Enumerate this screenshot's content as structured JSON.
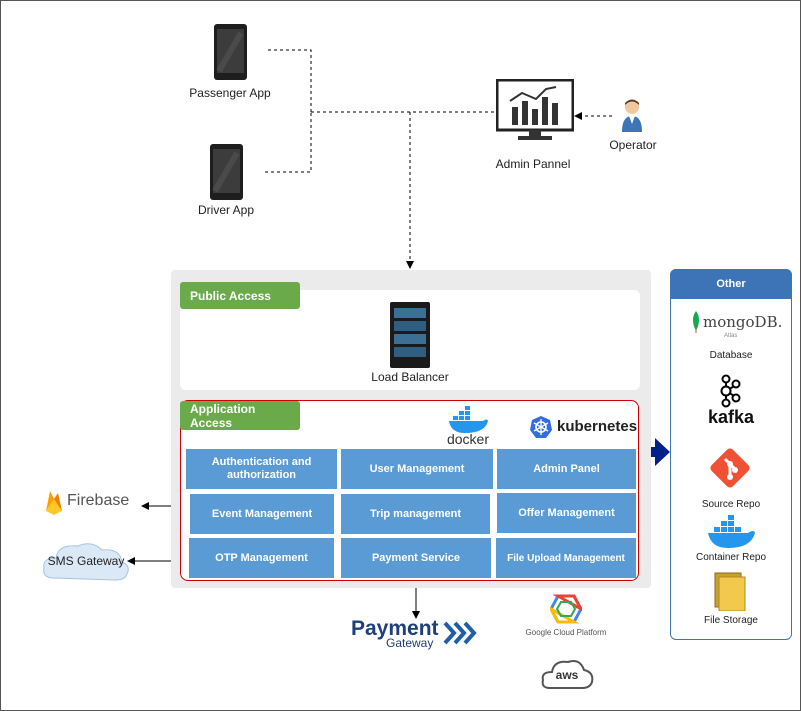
{
  "clients": {
    "passenger_label": "Passenger App",
    "driver_label": "Driver App",
    "admin_label": "Admin Pannel",
    "operator_label": "Operator"
  },
  "public_access": {
    "title": "Public Access",
    "load_balancer_label": "Load Balancer"
  },
  "application_access": {
    "title": "Application Access",
    "docker_label": "docker",
    "kubernetes_label": "kubernetes",
    "services": [
      "Authentication and authorization",
      "User Management",
      "Admin Panel",
      "Event Management",
      "Trip management",
      "Offer Management",
      "OTP Management",
      "Payment Service",
      "File Upload Management"
    ]
  },
  "external": {
    "firebase_label": "Firebase",
    "sms_label": "SMS Gateway",
    "payment_word": "Payment",
    "gateway_word": "Gateway",
    "gcp_label": "Google Cloud Platform",
    "aws_label": "aws"
  },
  "other": {
    "title": "Other",
    "mongo_label": "mongoDB.",
    "mongo_sub": "Atlas",
    "database_label": "Database",
    "kafka_label": "kafka",
    "source_repo_label": "Source Repo",
    "container_repo_label": "Container Repo",
    "file_storage_label": "File Storage"
  },
  "colors": {
    "service_blue": "#5a9bd5",
    "badge_green": "#6aaa4a",
    "other_header": "#3d74b8",
    "app_border": "#cc0000",
    "arrow_navy": "#00208c"
  }
}
